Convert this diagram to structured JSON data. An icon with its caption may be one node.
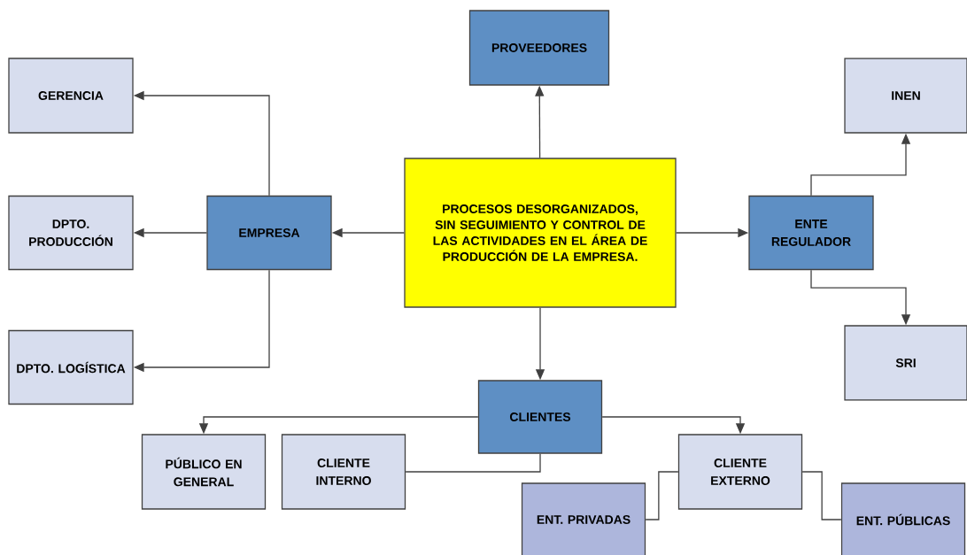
{
  "diagram": {
    "nodes": [
      {
        "text": [
          "PROVEEDORES"
        ]
      },
      {
        "text": [
          "GERENCIA"
        ]
      },
      {
        "text": [
          "EMPRESA"
        ]
      },
      {
        "text": [
          "PROCESOS DESORGANIZADOS, SIN SEGUIMIENTO Y CONTROL DE LAS ACTIVIDADES EN EL ÁREA DE PRODUCCIÓN DE LA EMPRESA."
        ]
      },
      {
        "text": [
          "ENTE REGULADOR"
        ]
      },
      {
        "text": [
          "INEN"
        ]
      },
      {
        "text": [
          "DPTO. PRODUCCIÓN"
        ]
      },
      {
        "text": [
          "DPTO. LOGÍSTICA"
        ]
      },
      {
        "text": [
          "SRI"
        ]
      },
      {
        "text": [
          "CLIENTES"
        ]
      },
      {
        "text": [
          "PÚBLICO EN GENERAL"
        ]
      },
      {
        "text": [
          "CLIENTE INTERNO"
        ]
      },
      {
        "text": [
          "CLIENTE EXTERNO"
        ]
      },
      {
        "text": [
          "ENT. PRIVADAS"
        ]
      },
      {
        "text": [
          "ENT. PÚBLICAS"
        ]
      }
    ],
    "edges": [
      {
        "from": 3,
        "to": 0,
        "arrow": "to"
      },
      {
        "from": 3,
        "to": 2,
        "arrow": "to"
      },
      {
        "from": 3,
        "to": 4,
        "arrow": "to"
      },
      {
        "from": 3,
        "to": 9,
        "arrow": "to"
      },
      {
        "from": 2,
        "to": 1,
        "arrow": "to"
      },
      {
        "from": 2,
        "to": 6,
        "arrow": "to"
      },
      {
        "from": 2,
        "to": 7,
        "arrow": "to"
      },
      {
        "from": 4,
        "to": 5,
        "arrow": "to"
      },
      {
        "from": 4,
        "to": 8,
        "arrow": "to"
      },
      {
        "from": 9,
        "to": 10,
        "arrow": "to"
      },
      {
        "from": 9,
        "to": 11,
        "arrow": "none"
      },
      {
        "from": 9,
        "to": 12,
        "arrow": "to"
      },
      {
        "from": 12,
        "to": 13,
        "arrow": "none"
      },
      {
        "from": 12,
        "to": 14,
        "arrow": "none"
      }
    ]
  }
}
